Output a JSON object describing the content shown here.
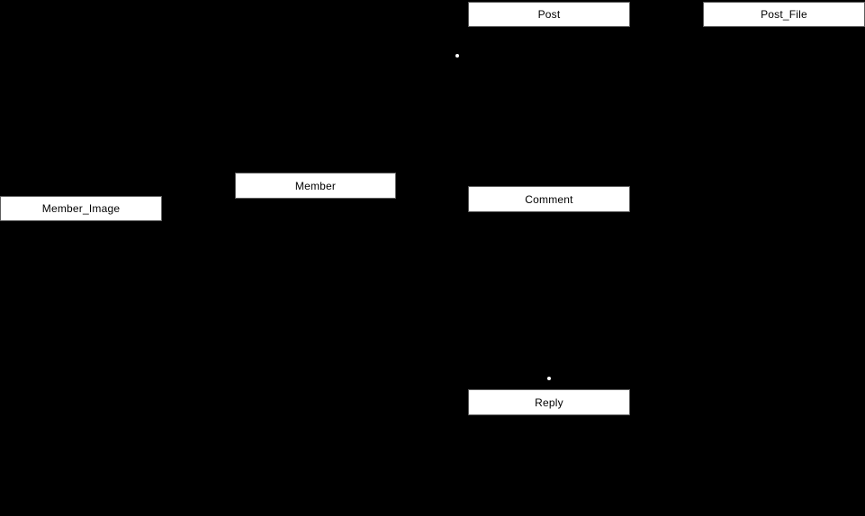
{
  "diagram": {
    "type": "entity-relationship",
    "colors": {
      "background": "#000000",
      "entity_fill": "#ffffff",
      "entity_border": "#5f5f5f",
      "entity_text": "#000000",
      "dot": "#ffffff"
    },
    "entities": [
      {
        "label": "Post"
      },
      {
        "label": "Post_File"
      },
      {
        "label": "Member"
      },
      {
        "label": "Member_Image"
      },
      {
        "label": "Comment"
      },
      {
        "label": "Reply"
      }
    ],
    "connection_dot_count": 2
  }
}
